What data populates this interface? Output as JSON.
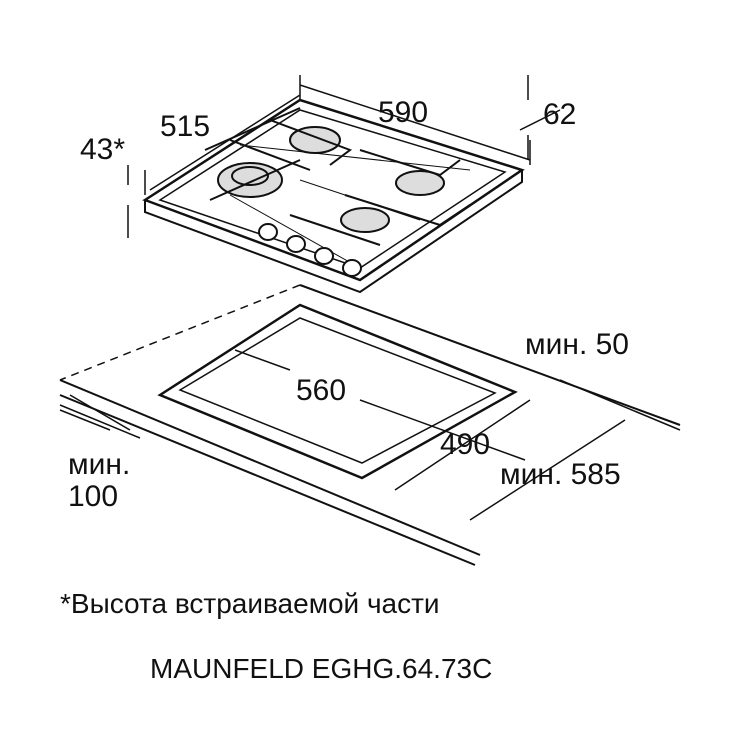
{
  "dimensions": {
    "hob_depth": "515",
    "hob_width": "590",
    "hob_height_total": "62",
    "built_in_height": "43*",
    "min_back": "мин. 50",
    "cutout_width": "560",
    "cutout_depth": "490",
    "min_countertop_depth": "мин. 585",
    "min_front_label": "мин.",
    "min_front_value": "100"
  },
  "footnote": "*Высота встраиваемой части",
  "model": "MAUNFELD EGHG.64.73C"
}
